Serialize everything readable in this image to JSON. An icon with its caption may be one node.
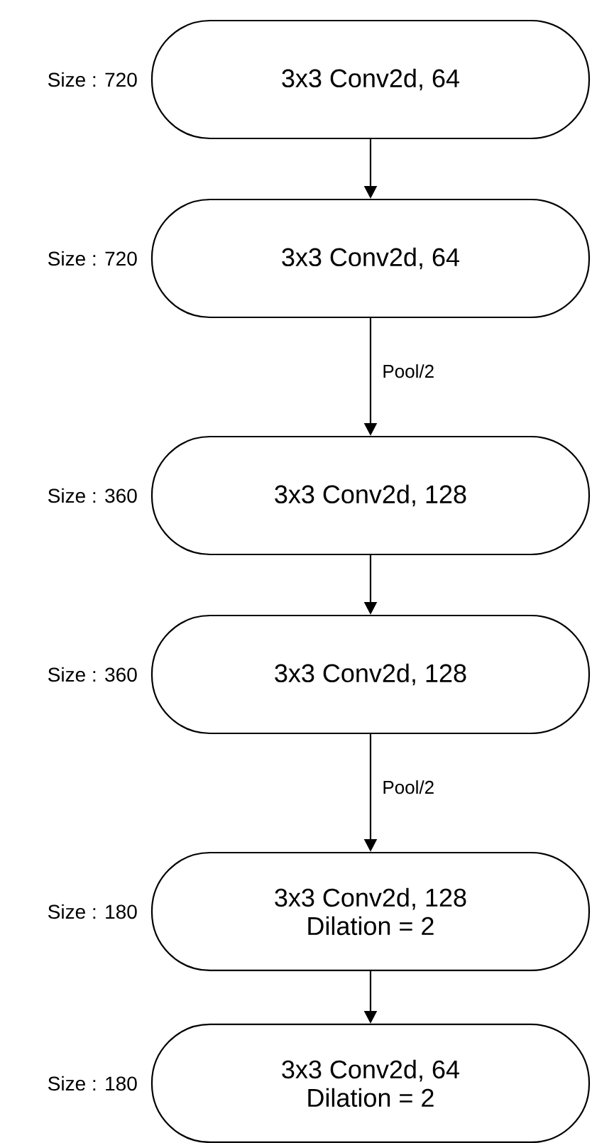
{
  "diagram": {
    "nodes": [
      {
        "text": [
          "3x3 Conv2d, 64"
        ],
        "beside": [
          "Size : 720"
        ]
      },
      {
        "text": [
          "3x3 Conv2d, 64"
        ],
        "beside": [
          "Size : 720"
        ]
      },
      {
        "text": [
          "3x3 Conv2d, 128"
        ],
        "beside": [
          "Size :  360"
        ]
      },
      {
        "text": [
          "3x3 Conv2d, 128"
        ],
        "beside": [
          "Size : 360"
        ]
      },
      {
        "text": [
          "3x3 Conv2d, 128",
          "Dilation = 2"
        ],
        "beside": [
          "Size : 180"
        ]
      },
      {
        "text": [
          "3x3 Conv2d, 64",
          "Dilation = 2"
        ],
        "beside": [
          "Size : 180"
        ]
      }
    ],
    "edges": [
      {
        "from": 0,
        "to": 1,
        "arrow": "to"
      },
      {
        "from": 1,
        "to": 2,
        "arrow": "to",
        "label": "Pool/2"
      },
      {
        "from": 2,
        "to": 3,
        "arrow": "to"
      },
      {
        "from": 3,
        "to": 4,
        "arrow": "to",
        "label": "Pool/2"
      },
      {
        "from": 4,
        "to": 5,
        "arrow": "to"
      }
    ]
  }
}
